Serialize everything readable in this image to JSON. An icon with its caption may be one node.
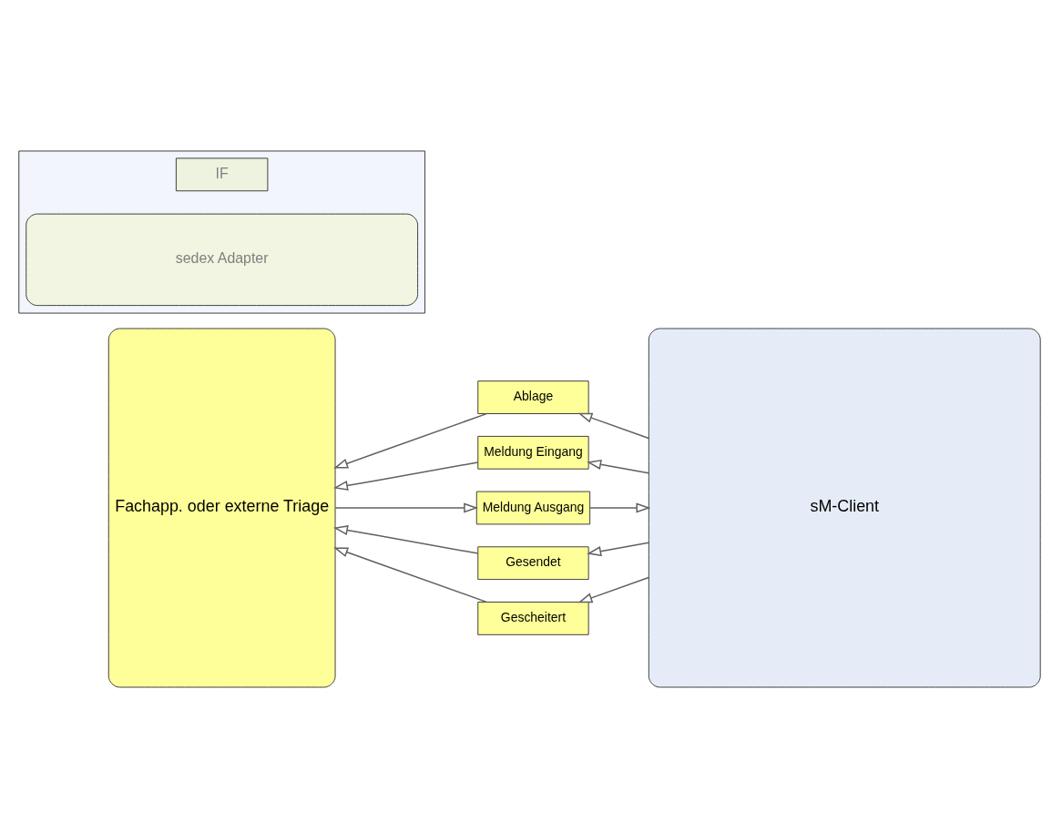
{
  "diagram": {
    "nodes": [
      {
        "text": [
          "Fachapp. oder externe Triage"
        ]
      },
      {
        "text": [
          "Ablage"
        ]
      },
      {
        "text": [
          "Meldung Eingang"
        ]
      },
      {
        "text": [
          "Meldung Ausgang"
        ]
      },
      {
        "text": [
          "Gesendet"
        ]
      },
      {
        "text": [
          "Gescheitert"
        ]
      },
      {
        "text": [
          "sM-Client"
        ]
      },
      {
        "text": [],
        "shape": "box"
      },
      {
        "text": [
          "IF"
        ],
        "in": 7
      },
      {
        "text": [
          "sedex Adapter"
        ],
        "in": 7
      }
    ],
    "edges": [
      {
        "from": 6,
        "to": 1,
        "arrow": "to"
      },
      {
        "from": 1,
        "to": 0,
        "arrow": "to"
      },
      {
        "from": 6,
        "to": 2,
        "arrow": "to"
      },
      {
        "from": 2,
        "to": 0,
        "arrow": "to"
      },
      {
        "from": 0,
        "to": 3,
        "arrow": "to"
      },
      {
        "from": 3,
        "to": 6,
        "arrow": "to"
      },
      {
        "from": 6,
        "to": 4,
        "arrow": "to"
      },
      {
        "from": 4,
        "to": 0,
        "arrow": "to"
      },
      {
        "from": 6,
        "to": 5,
        "arrow": "to"
      },
      {
        "from": 5,
        "to": 0,
        "arrow": "to"
      }
    ]
  }
}
